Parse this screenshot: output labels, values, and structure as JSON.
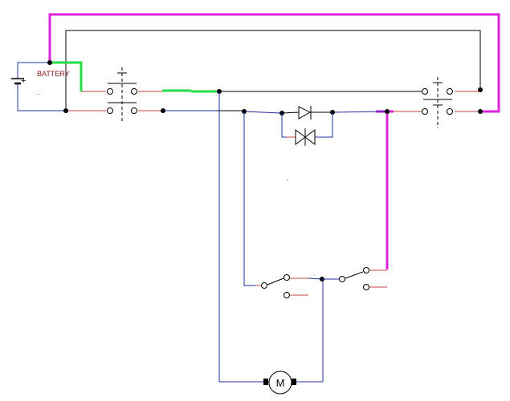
{
  "labels": {
    "battery": "BATTERY",
    "battery_plus": "+",
    "battery_dots": "..",
    "motor": "M",
    "switch_dots": "..",
    "stray_mark": "-"
  },
  "colors": {
    "wire_blue": "#1f2fa0",
    "wire_black": "#000000",
    "wire_red": "#c8463c",
    "highlight_green": "#22dd44",
    "highlight_magenta": "#dd22dd",
    "battery_label": "#8b1a1a"
  },
  "components": [
    {
      "name": "battery-icon",
      "kind": "battery"
    },
    {
      "name": "left-double-pushbutton-icon",
      "kind": "double-pole pushbutton"
    },
    {
      "name": "right-double-pushbutton-icon",
      "kind": "double-pole pushbutton"
    },
    {
      "name": "diode-icon",
      "kind": "diode"
    },
    {
      "name": "bidirectional-diode-icon",
      "kind": "bidirectional diode"
    },
    {
      "name": "left-changeover-switch-icon",
      "kind": "changeover switch"
    },
    {
      "name": "right-changeover-switch-icon",
      "kind": "changeover switch"
    },
    {
      "name": "motor-icon",
      "kind": "motor"
    }
  ]
}
